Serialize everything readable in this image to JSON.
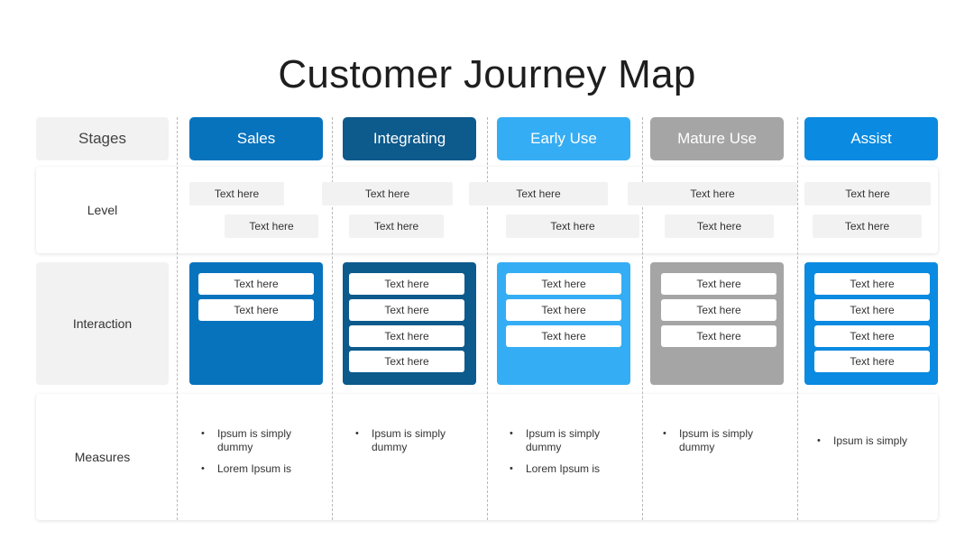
{
  "title": "Customer Journey Map",
  "rows": {
    "stages": "Stages",
    "level": "Level",
    "interaction": "Interaction",
    "measures": "Measures"
  },
  "colors": {
    "sales": "#0873bd",
    "integrating": "#0d5a8c",
    "early_use": "#35adf4",
    "mature_use": "#a5a5a5",
    "assist": "#0a8ae0"
  },
  "columns": [
    {
      "stage": "Sales",
      "level": [
        "Text here",
        "Text here"
      ],
      "interaction": [
        "Text here",
        "Text here"
      ],
      "measures": [
        "Ipsum is simply dummy",
        "Lorem Ipsum is"
      ]
    },
    {
      "stage": "Integrating",
      "level": [
        "Text here",
        "Text here"
      ],
      "interaction": [
        "Text here",
        "Text here",
        "Text here",
        "Text here"
      ],
      "measures": [
        "Ipsum is simply dummy"
      ]
    },
    {
      "stage": "Early Use",
      "level": [
        "Text here",
        "Text here"
      ],
      "interaction": [
        "Text here",
        "Text here",
        "Text here"
      ],
      "measures": [
        "Ipsum is simply dummy",
        "Lorem Ipsum is"
      ]
    },
    {
      "stage": "Mature Use",
      "level": [
        "Text here",
        "Text here"
      ],
      "interaction": [
        "Text here",
        "Text here",
        "Text here"
      ],
      "measures": [
        "Ipsum is simply dummy"
      ]
    },
    {
      "stage": "Assist",
      "level": [
        "Text here",
        "Text here"
      ],
      "interaction": [
        "Text here",
        "Text here",
        "Text here",
        "Text here"
      ],
      "measures": [
        "Ipsum is simply"
      ]
    }
  ]
}
